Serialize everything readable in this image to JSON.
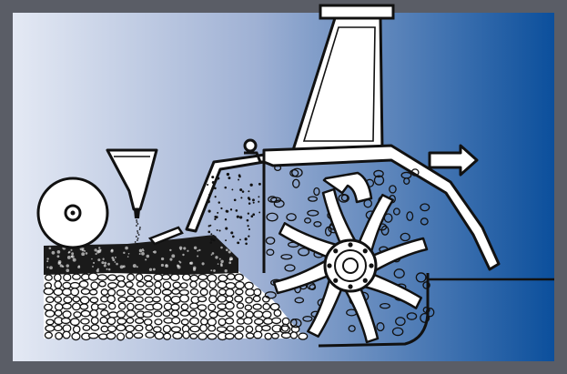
{
  "diagram": {
    "frame_color": "#5a5d66",
    "background_gradient": [
      "#e4e9f4",
      "#0b4f9c"
    ],
    "line_color": "#111111",
    "components": [
      {
        "name": "pressing-roller"
      },
      {
        "name": "seed-funnel"
      },
      {
        "name": "stabilized-soil-layer"
      },
      {
        "name": "gravel-bed"
      },
      {
        "name": "rotor-housing"
      },
      {
        "name": "hydraulic-cylinder-mount"
      },
      {
        "name": "spiral-rotor"
      },
      {
        "name": "rotation-direction-arrow"
      },
      {
        "name": "travel-direction-arrow"
      }
    ]
  }
}
